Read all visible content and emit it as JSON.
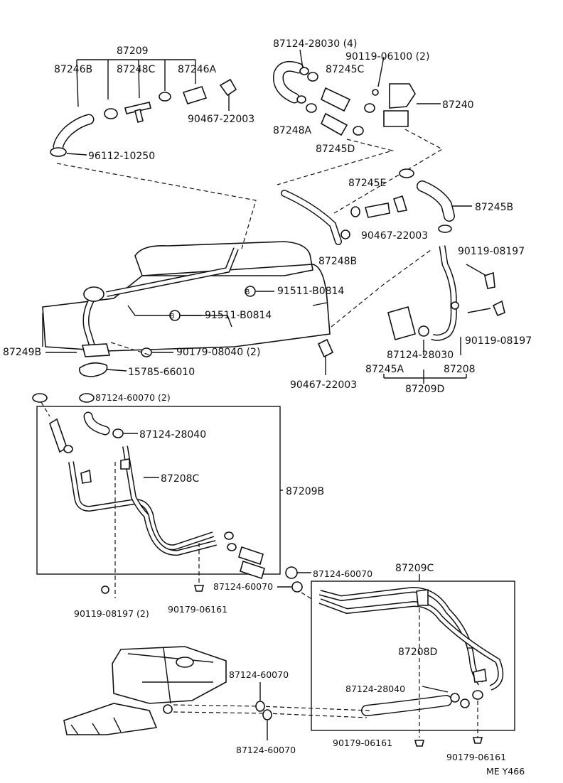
{
  "labels": {
    "p87209": "87209",
    "p87246B": "87246B",
    "p87248C": "87248C",
    "p87246A": "87246A",
    "p90467_22003_a": "90467-22003",
    "p96112_10250": "96112-10250",
    "p87124_28030_4": "87124-28030 (4)",
    "p90119_06100_2": "90119-06100 (2)",
    "p87245C": "87245C",
    "p87240": "87240",
    "p87248A": "87248A",
    "p87245D": "87245D",
    "p87245E": "87245E",
    "p87245B": "87245B",
    "p90467_22003_b": "90467-22003",
    "p87248B": "87248B",
    "p90119_08197_a": "90119-08197",
    "p91511_B0814_a": "91511-B0814",
    "p91511_B0814_b": "91511-B0814",
    "p87249B": "87249B",
    "p90179_08040_2": "90179-08040 (2)",
    "p15785_66010": "15785-66010",
    "p90119_08197_b": "90119-08197",
    "p87124_28030": "87124-28030",
    "p87245A": "87245A",
    "p87208": "87208",
    "p87209D": "87209D",
    "p90467_22003_c": "90467-22003",
    "p87124_60070_2": "87124-60070 (2)",
    "p87124_28040_a": "87124-28040",
    "p87208C": "87208C",
    "p87209B": "87209B",
    "p87124_60070_a": "87124-60070",
    "p87124_60070_b": "87124-60070",
    "p87209C": "87209C",
    "p90119_08197_2": "90119-08197 (2)",
    "p90179_06161_a": "90179-06161",
    "p87208D": "87208D",
    "p87124_28040_b": "87124-28040",
    "p87124_60070_c": "87124-60070",
    "p87124_60070_d": "87124-60070",
    "p90179_06161_b": "90179-06161",
    "p90179_06161_c": "90179-06161",
    "bolt_marker": "B",
    "footer_code": "ME  Y466"
  }
}
